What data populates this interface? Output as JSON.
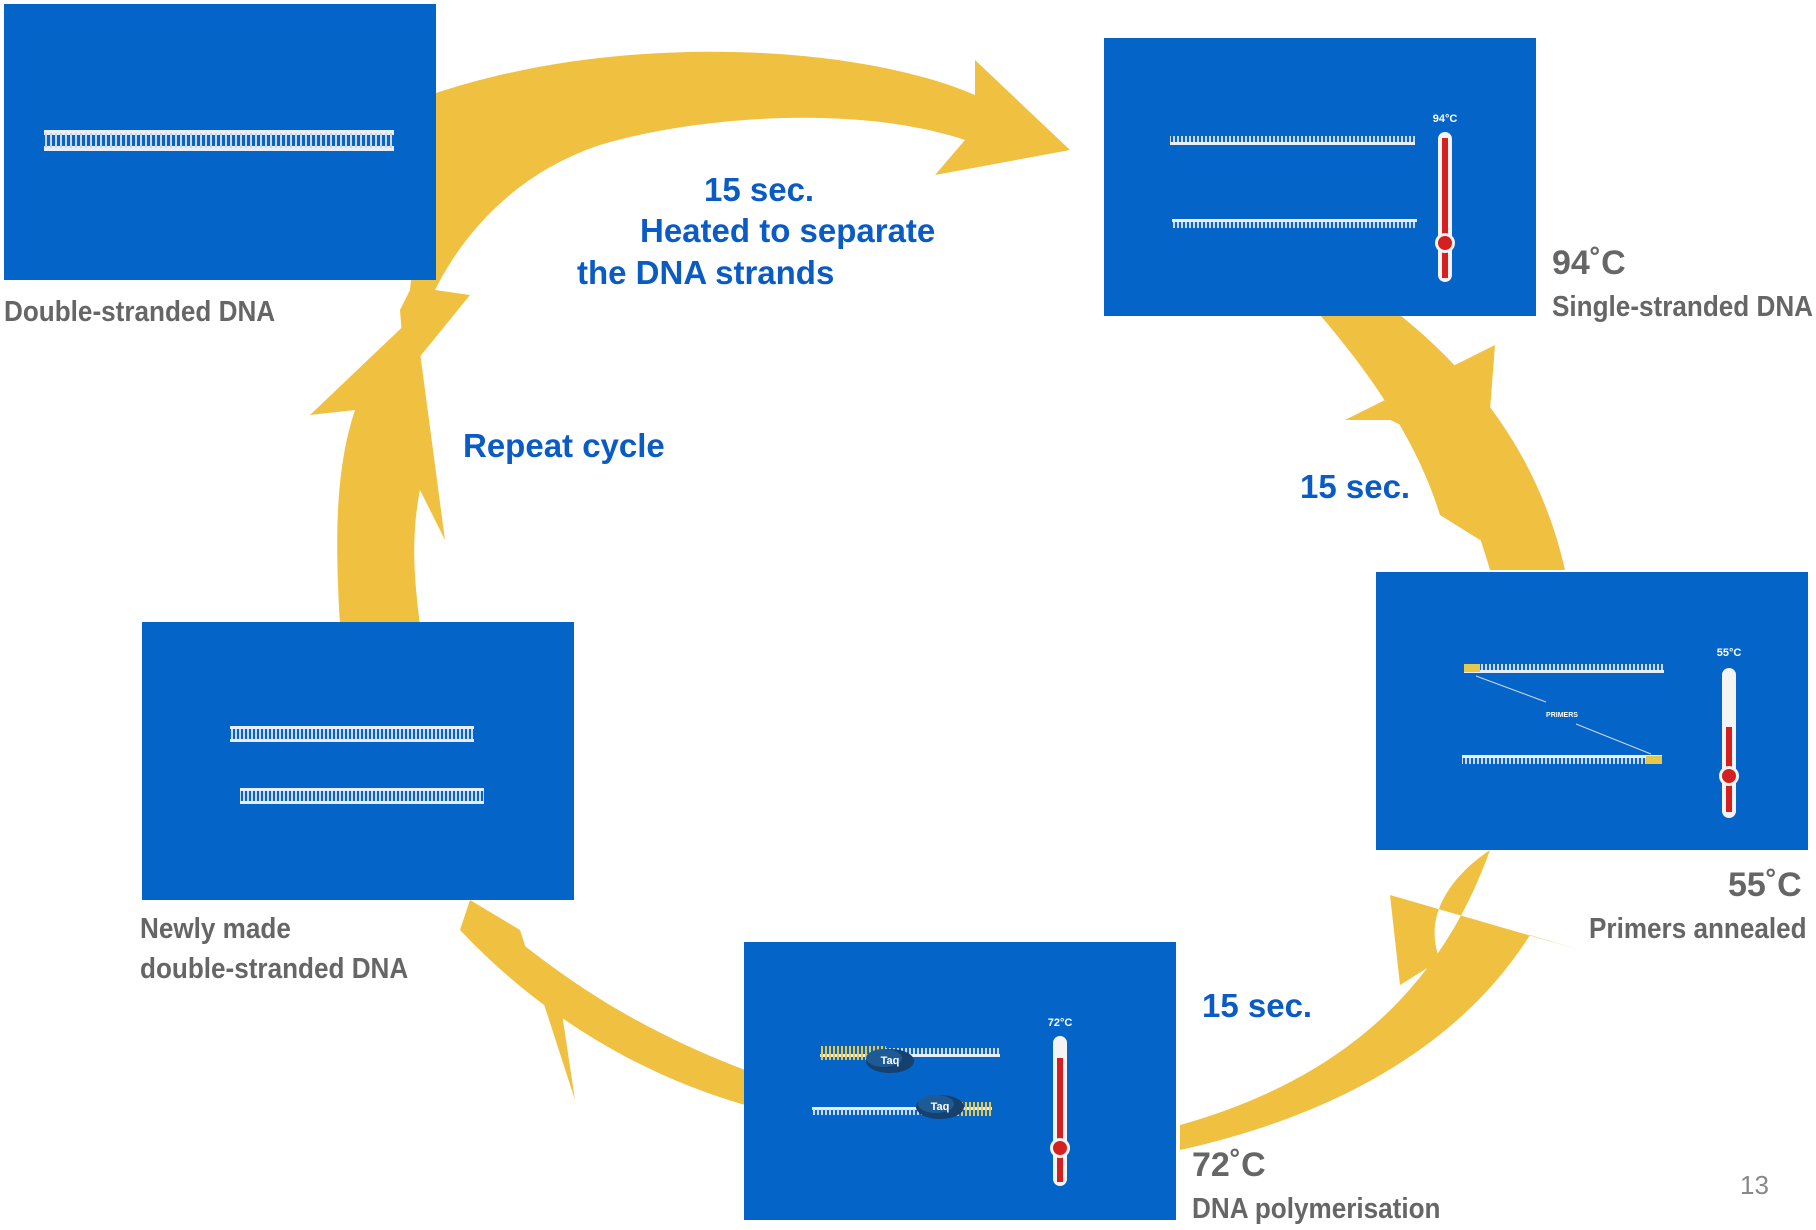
{
  "stages": [
    {
      "id": "double",
      "caption": "Double-stranded DNA"
    },
    {
      "id": "single",
      "temperature": "94˚C",
      "caption": "Single-stranded DNA",
      "thermometer_label": "94°C"
    },
    {
      "id": "annealed",
      "temperature": "55˚C",
      "caption": "Primers annealed",
      "thermometer_label": "55°C",
      "panel_note": "PRIMERS"
    },
    {
      "id": "polymerisation",
      "temperature": "72˚C",
      "caption": "DNA polymerisation",
      "thermometer_label": "72°C",
      "enzyme_label": "Taq"
    },
    {
      "id": "newly",
      "caption_lines": [
        "Newly made",
        "double-stranded DNA"
      ]
    }
  ],
  "steps": {
    "denature": [
      "15 sec.",
      "Heated to separate",
      "the DNA strands"
    ],
    "anneal": "15 sec.",
    "extend": "15 sec.",
    "repeat": "Repeat cycle"
  },
  "page_number": "13",
  "colors": {
    "panel": "#0464c8",
    "arrow": "#f0c040",
    "step_text": "#0a5bc4",
    "caption_text": "#666666",
    "thermometer_fluid": "#d42020"
  }
}
